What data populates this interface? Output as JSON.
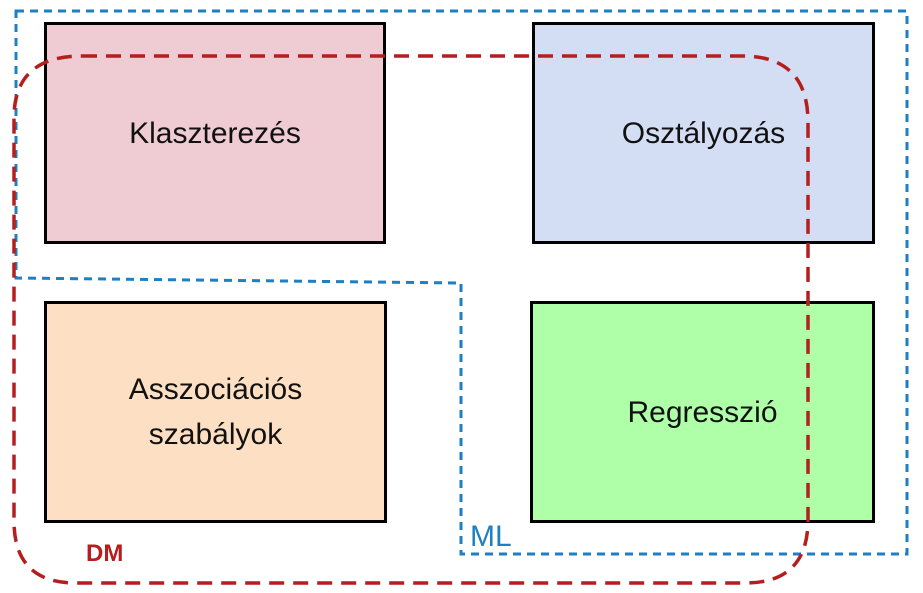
{
  "boxes": {
    "top_left": {
      "label": "Klaszterezés",
      "fill": "#efcbd3"
    },
    "top_right": {
      "label": "Osztályozás",
      "fill": "#d3ddf4"
    },
    "bottom_left": {
      "label": "Asszociációs\nszabályok",
      "fill": "#fde0c4"
    },
    "bottom_right": {
      "label": "Regresszió",
      "fill": "#afffa9"
    }
  },
  "regions": {
    "ml": {
      "label": "ML",
      "color": "#1e7fc2"
    },
    "dm": {
      "label": "DM",
      "color": "#b51e1e"
    }
  }
}
